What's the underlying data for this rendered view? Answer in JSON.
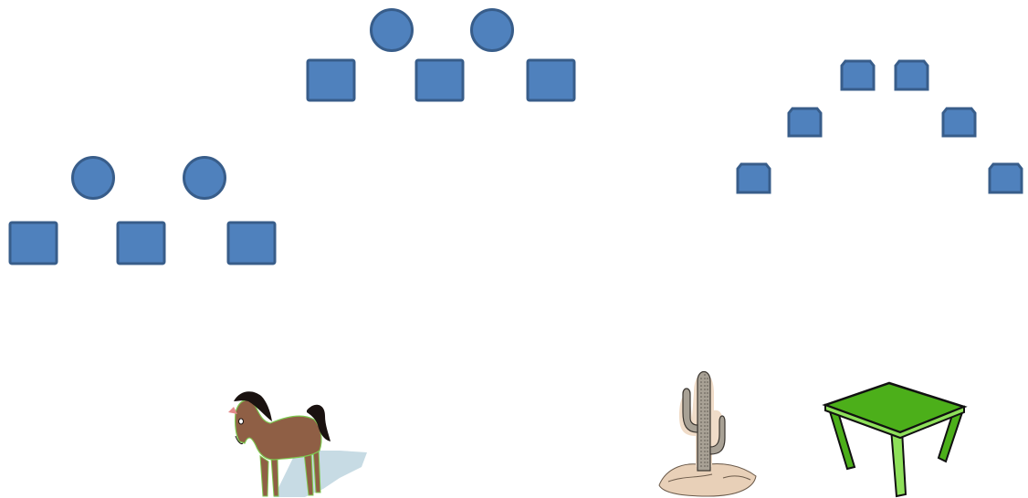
{
  "colors": {
    "background": "#ffffff",
    "shape_fill": "#4f81bd",
    "shape_stroke": "#385d8a",
    "horse_body": "#8f5f45",
    "horse_mane": "#1a1210",
    "horse_shadow": "#c7dbe4",
    "horse_outline": "#7ec850",
    "cactus_body": "#a8a195",
    "cactus_sand": "#e8d0b8",
    "table_top": "#4caf1a",
    "table_light": "#8ee05a",
    "table_outline": "#111111"
  },
  "groups": [
    {
      "name": "top-center-group",
      "circles": 2,
      "squares": 3
    },
    {
      "name": "left-group",
      "circles": 2,
      "squares": 3
    },
    {
      "name": "right-arch-group",
      "tabs": 6
    }
  ],
  "pictures": [
    {
      "name": "horse",
      "icon": "horse-icon"
    },
    {
      "name": "cactus",
      "icon": "cactus-icon"
    },
    {
      "name": "table",
      "icon": "table-icon"
    }
  ]
}
